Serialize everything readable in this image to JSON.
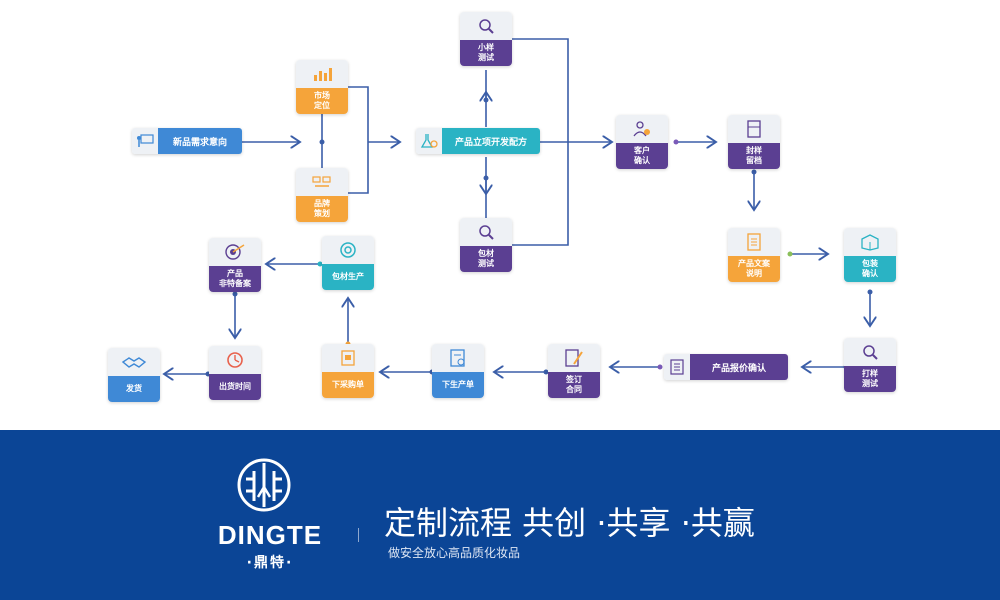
{
  "nodes": {
    "new_request": "新品需求意向",
    "market_position": "市场\n定位",
    "brand_plan": "品牌\n策划",
    "project_dev": "产品立项开发配方",
    "sample_test": "小样\n测试",
    "material_test": "包材\n测试",
    "customer_confirm": "客户\n确认",
    "seal_sample": "封样\n留档",
    "product_copy": "产品文案\n说明",
    "packaging_confirm": "包装\n确认",
    "print_test": "打样\n测试",
    "quote_confirm": "产品报价确认",
    "sign_contract": "签订\n合同",
    "production_order": "下生产单",
    "purchase_order": "下采购单",
    "material_production": "包材生产",
    "special_filing": "产品\n非特备案",
    "delivery_time": "出货时间",
    "shipping": "发货"
  },
  "icons": {
    "new_request": "presentation-icon",
    "market_position": "bar-chart-icon",
    "brand_plan": "brand-icon",
    "project_dev": "flask-icon",
    "sample_test": "magnifier-icon",
    "material_test": "magnifier-icon",
    "customer_confirm": "user-check-icon",
    "seal_sample": "archive-icon",
    "product_copy": "document-icon",
    "packaging_confirm": "box-icon",
    "print_test": "magnifier-icon",
    "quote_confirm": "list-icon",
    "sign_contract": "pen-document-icon",
    "production_order": "form-icon",
    "purchase_order": "cart-icon",
    "material_production": "target-icon",
    "special_filing": "bullseye-icon",
    "delivery_time": "clock-icon",
    "shipping": "handshake-icon"
  },
  "colors": {
    "orange": "#f5a43a",
    "purple": "#5b3f92",
    "teal": "#2ab3c4",
    "blue": "#3f89d6",
    "footer": "#0b4596",
    "connector": "#3b5ea8"
  },
  "footer": {
    "brand": "DINGTE",
    "brand_cn": "·鼎特·",
    "slogan": "定制流程 共创 ·共享 ·共赢",
    "subslogan": "做安全放心高品质化妆品"
  }
}
